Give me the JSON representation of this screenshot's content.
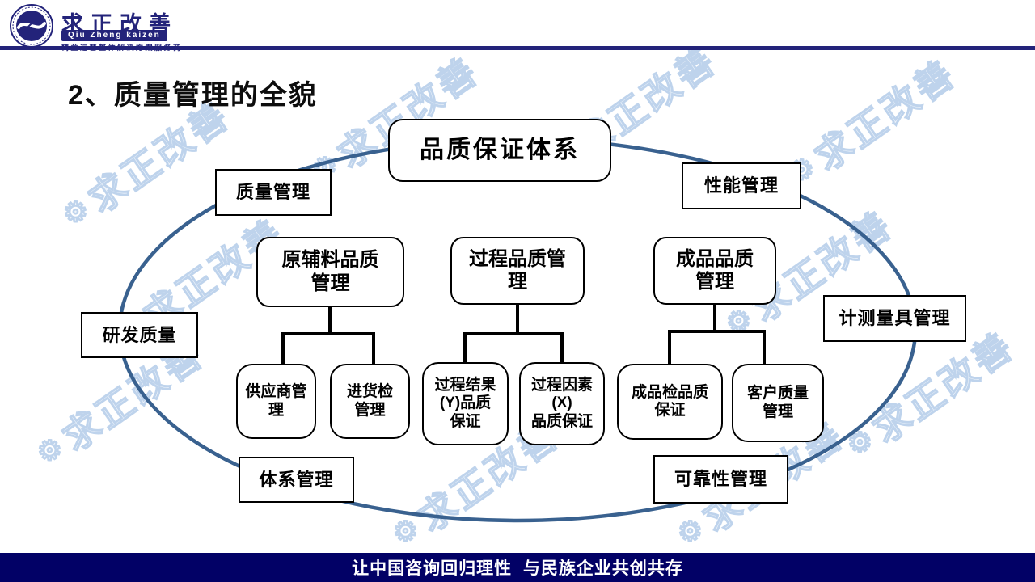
{
  "header": {
    "brand_cn": "求正改善",
    "brand_en": "Qiu Zheng kaizen",
    "tagline": "精益运营整体解决方案服务商"
  },
  "title": "2、质量管理的全貌",
  "diagram": {
    "root": "品质保证体系",
    "satellites": [
      {
        "id": "quality-mgmt",
        "label": "质量管理"
      },
      {
        "id": "performance-mgmt",
        "label": "性能管理"
      },
      {
        "id": "rd-quality",
        "label": "研发质量"
      },
      {
        "id": "measuring-mgmt",
        "label": "计测量具管理"
      },
      {
        "id": "system-mgmt",
        "label": "体系管理"
      },
      {
        "id": "reliability-mgmt",
        "label": "可靠性管理"
      }
    ],
    "branches": [
      {
        "parent": "原辅料品质\n管理",
        "children": [
          "供应商管\n理",
          "进货检\n管理"
        ]
      },
      {
        "parent": "过程品质管\n理",
        "children": [
          "过程结果\n(Y)品质\n保证",
          "过程因素\n(X)\n品质保证"
        ]
      },
      {
        "parent": "成品品质\n管理",
        "children": [
          "成品检品质\n保证",
          "客户质量\n管理"
        ]
      }
    ]
  },
  "footer": {
    "slogan": "让中国咨询回归理性  与民族企业共创共存"
  },
  "watermark": {
    "text": "求正改善"
  },
  "icons": {
    "gear": "⚙"
  },
  "colors": {
    "navy": "#23237a",
    "footer": "#020166",
    "ellipse": "#39618f",
    "wm-stroke": "#bed3ec",
    "wm-fill": "#eef4fb"
  }
}
